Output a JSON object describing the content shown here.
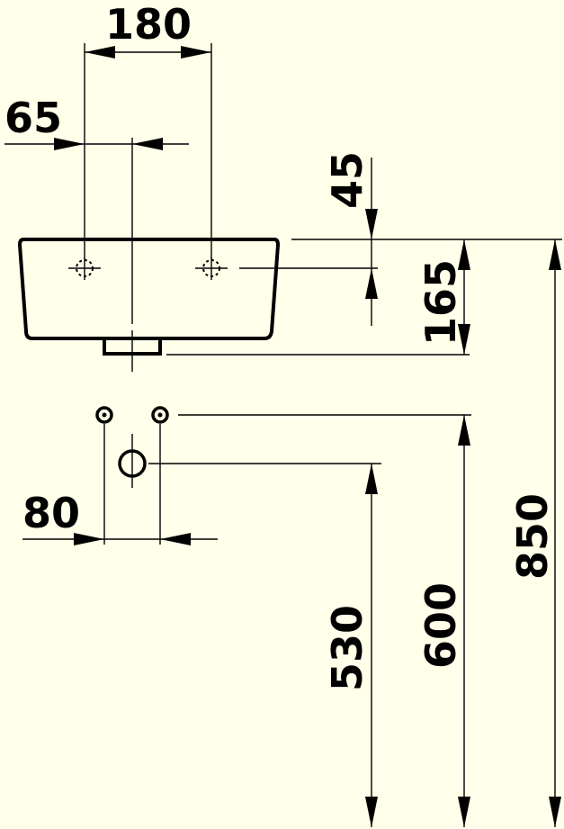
{
  "colors": {
    "background": "#ffffea",
    "ink": "#000000"
  },
  "dimensions": {
    "tap_hole_spacing": "180",
    "tap_hole_offset": "65",
    "tap_hole_depth": "45",
    "basin_height": "165",
    "pipe_spacing": "80",
    "waste_height": "530",
    "supply_height": "600",
    "rim_height": "850"
  }
}
